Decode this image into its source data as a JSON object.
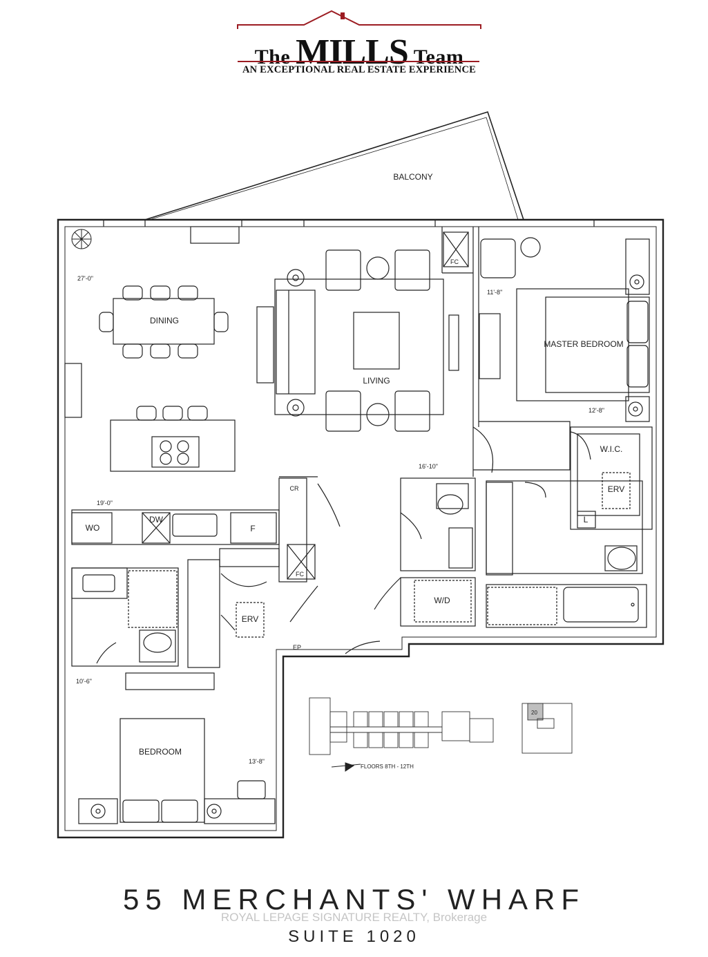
{
  "logo": {
    "the": "The",
    "mills": "MILLS",
    "team": "Team",
    "tagline": "AN EXCEPTIONAL REAL ESTATE EXPERIENCE",
    "accent_color": "#9c1c22"
  },
  "rooms": {
    "balcony": "BALCONY",
    "dining": "DINING",
    "living": "LIVING",
    "master_bedroom": "MASTER BEDROOM",
    "wic": "W.I.C.",
    "bedroom": "BEDROOM"
  },
  "fixtures": {
    "fc_top": "FC",
    "fc_mid": "FC",
    "cr": "CR",
    "erv_master": "ERV",
    "erv_hall": "ERV",
    "l": "L",
    "wo": "WO",
    "dw": "DW",
    "f": "F",
    "wd": "W/D",
    "ep": "EP"
  },
  "dimensions": {
    "d1": "27'-0\"",
    "d2": "11'-8\"",
    "d3": "12'-8\"",
    "d4": "16'-10\"",
    "d5": "19'-0\"",
    "d6": "10'-6\"",
    "d7": "13'-8\""
  },
  "keyplan": {
    "floors": "FLOORS 8TH - 12TH",
    "suite_no": "20"
  },
  "footer": {
    "address": "55 MERCHANTS' WHARF",
    "watermark": "ROYAL LEPAGE SIGNATURE REALTY, Brokerage",
    "suite": "SUITE 1020"
  }
}
